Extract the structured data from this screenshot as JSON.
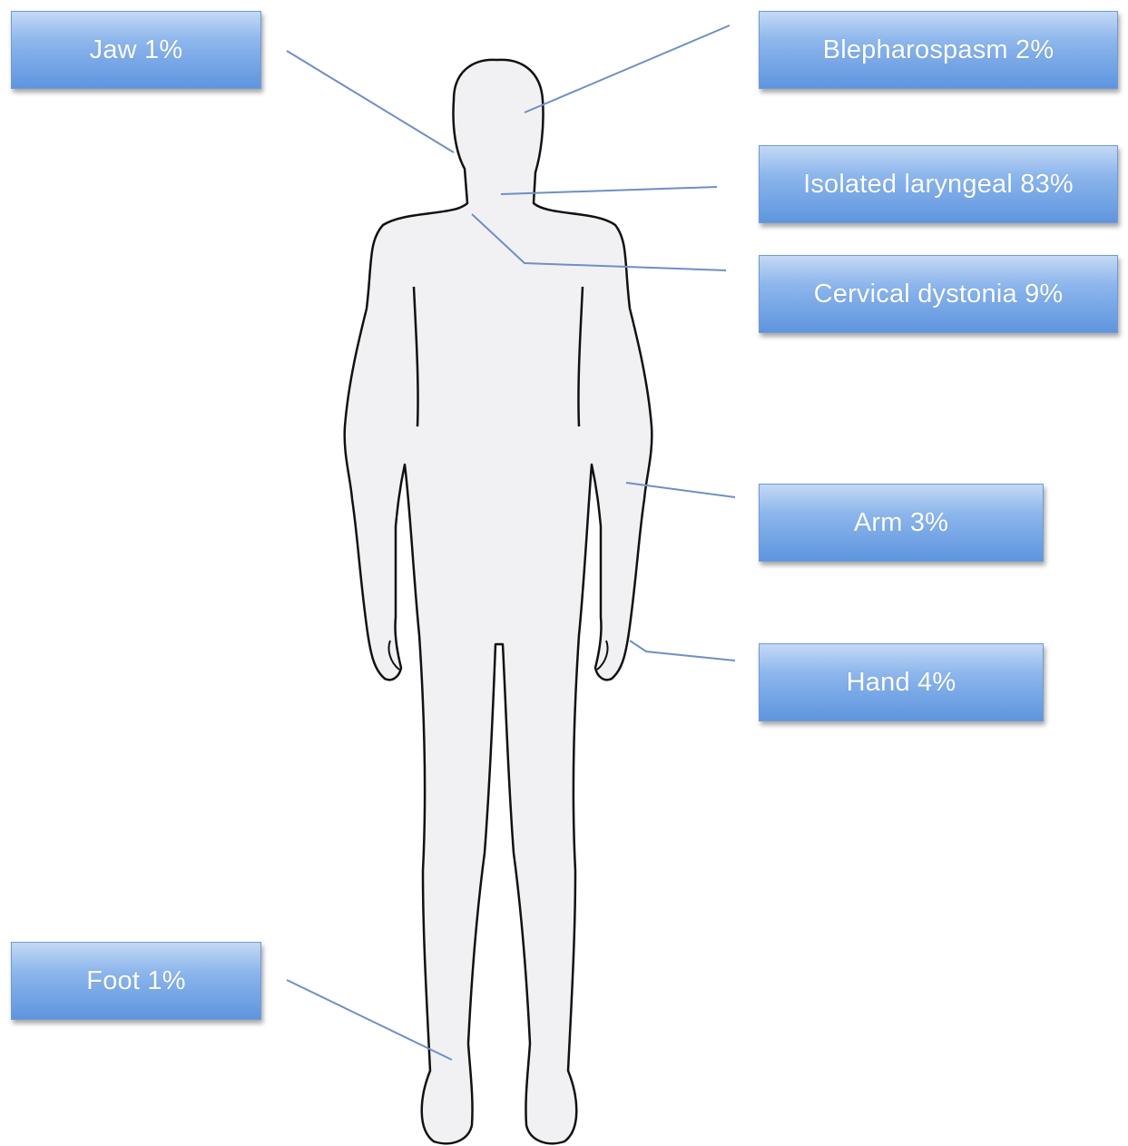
{
  "labels": {
    "jaw": "Jaw 1%",
    "blepharospasm": "Blepharospasm 2%",
    "laryngeal": "Isolated laryngeal 83%",
    "cervical": "Cervical dystonia 9%",
    "arm": "Arm 3%",
    "hand": "Hand 4%",
    "foot": "Foot 1%"
  },
  "colors": {
    "box_top": "#c4d9f5",
    "box_bottom": "#5e95df",
    "leader_line": "#6f8fc4",
    "body_fill": "#f1f1f3",
    "body_outline": "#111111"
  }
}
